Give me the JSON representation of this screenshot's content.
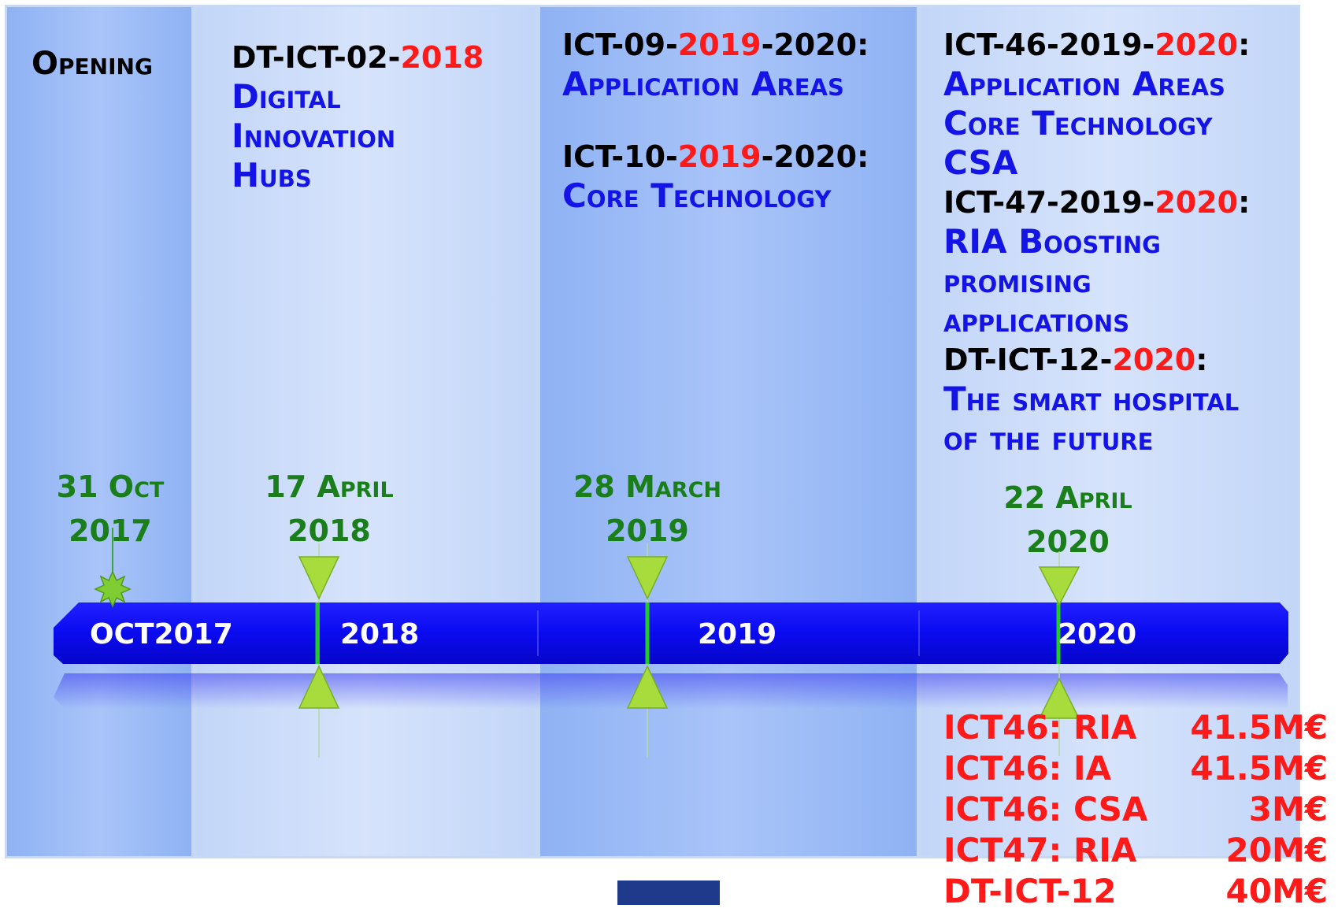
{
  "columns": [
    {
      "title": "Opening"
    },
    {
      "code": {
        "pre": "DT-ICT-02-",
        "hl": "2018",
        "post": ""
      },
      "lines": [
        "Digital",
        "Innovation",
        "Hubs"
      ]
    },
    {
      "calls": [
        {
          "pre": "ICT-09-",
          "hl": "2019",
          "post": "-2020:",
          "title": "Application Areas"
        },
        {
          "pre": "ICT-10-",
          "hl": "2019",
          "post": "-2020:",
          "title": "Core Technology"
        }
      ]
    },
    {
      "calls": [
        {
          "pre": "ICT-46-2019-",
          "hl": "2020",
          "post": ":",
          "lines": [
            "Application Areas",
            "Core Technology",
            "CSA"
          ]
        },
        {
          "pre": "ICT-47-2019-",
          "hl": "2020",
          "post": ":",
          "lines": [
            "RIA Boosting",
            "promising",
            "applications"
          ]
        },
        {
          "pre": "DT-ICT-12-",
          "hl": "2020",
          "post": ":",
          "lines": [
            "The smart hospital",
            "of the future"
          ]
        }
      ]
    }
  ],
  "milestones": [
    {
      "day": "31 Oct",
      "year": "2017"
    },
    {
      "day": "17 April",
      "year": "2018"
    },
    {
      "day": "28 March",
      "year": "2019"
    },
    {
      "day": "22 April",
      "year": "2020"
    }
  ],
  "timeline": {
    "labels": [
      "OCT2017",
      "2018",
      "2019",
      "2020"
    ],
    "bar_color": "#0a0af0",
    "marker_color": "#a8dc3c",
    "line_color": "#22cc22"
  },
  "budget": [
    {
      "label": "ICT46: RIA",
      "value": "41.5M€"
    },
    {
      "label": "ICT46: IA",
      "value": "41.5M€"
    },
    {
      "label": "ICT46: CSA",
      "value": "3M€"
    },
    {
      "label": "ICT47: RIA",
      "value": "20M€"
    },
    {
      "label": "DT-ICT-12",
      "value": "40M€"
    }
  ]
}
